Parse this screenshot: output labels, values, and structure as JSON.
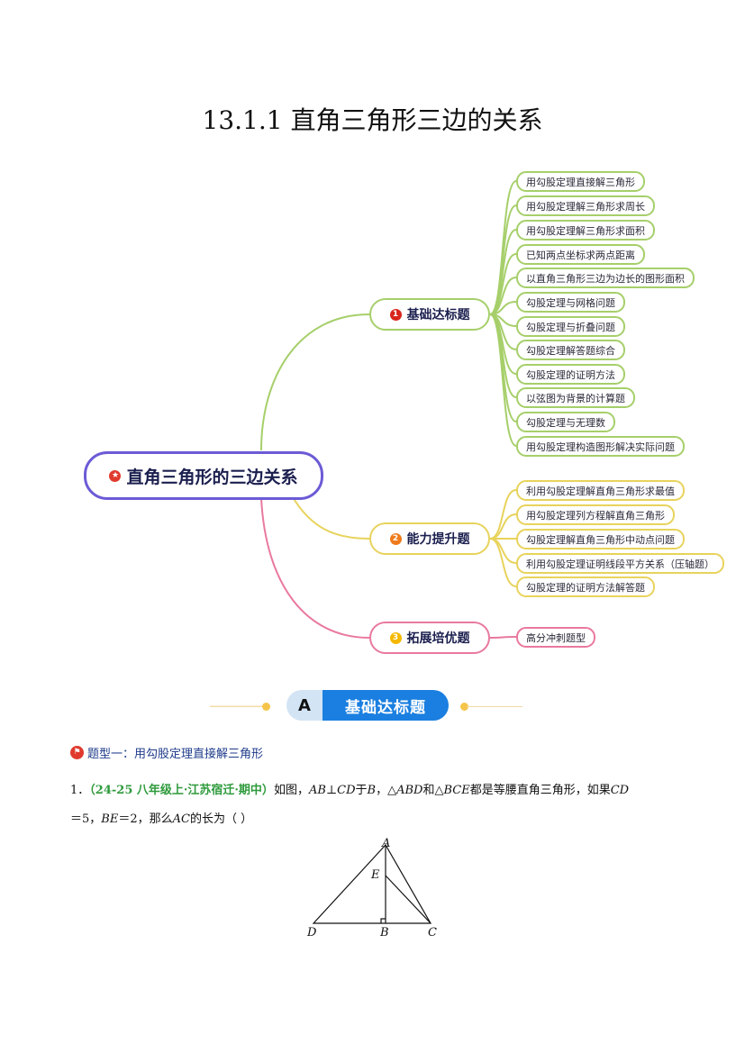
{
  "title": "13.1.1  直角三角形三边的关系",
  "mindmap": {
    "root": "直角三角形的三边关系",
    "branches": [
      {
        "num": "1",
        "label": "基础达标题",
        "color": "#8cc63f",
        "leaves": [
          "用勾股定理直接解三角形",
          "用勾股定理解三角形求周长",
          "用勾股定理解三角形求面积",
          "已知两点坐标求两点距离",
          "以直角三角形三边为边长的图形面积",
          "勾股定理与网格问题",
          "勾股定理与折叠问题",
          "勾股定理解答题综合",
          "勾股定理的证明方法",
          "以弦图为背景的计算题",
          "勾股定理与无理数",
          "用勾股定理构造图形解决实际问题"
        ]
      },
      {
        "num": "2",
        "label": "能力提升题",
        "color": "#e8cf3e",
        "leaves": [
          "利用勾股定理解直角三角形求最值",
          "用勾股定理列方程解直角三角形",
          "勾股定理解直角三角形中动点问题",
          "利用勾股定理证明线段平方关系（压轴题）",
          "勾股定理的证明方法解答题"
        ]
      },
      {
        "num": "3",
        "label": "拓展培优题",
        "color": "#e9799e",
        "leaves": [
          "高分冲刺题型"
        ]
      }
    ]
  },
  "banner": {
    "letter": "A",
    "label": "基础达标题"
  },
  "section": {
    "label": "题型一：用勾股定理直接解三角形"
  },
  "question": {
    "number": "1．",
    "source": "（24-25 八年级上·江苏宿迁·期中）",
    "text1": "如图，",
    "m1": "AB⊥CD",
    "text2": "于",
    "m2": "B",
    "text3": "，△",
    "m3": "ABD",
    "text4": "和△",
    "m4": "BCE",
    "text5": "都是等腰直角三角形，如果",
    "m5": "CD",
    "line2a": "＝5，",
    "m6": "BE",
    "line2b": "＝2，那么",
    "m7": "AC",
    "line2c": "的长为（    ）"
  },
  "figure": {
    "A": "A",
    "E": "E",
    "D": "D",
    "B": "B",
    "C": "C"
  }
}
